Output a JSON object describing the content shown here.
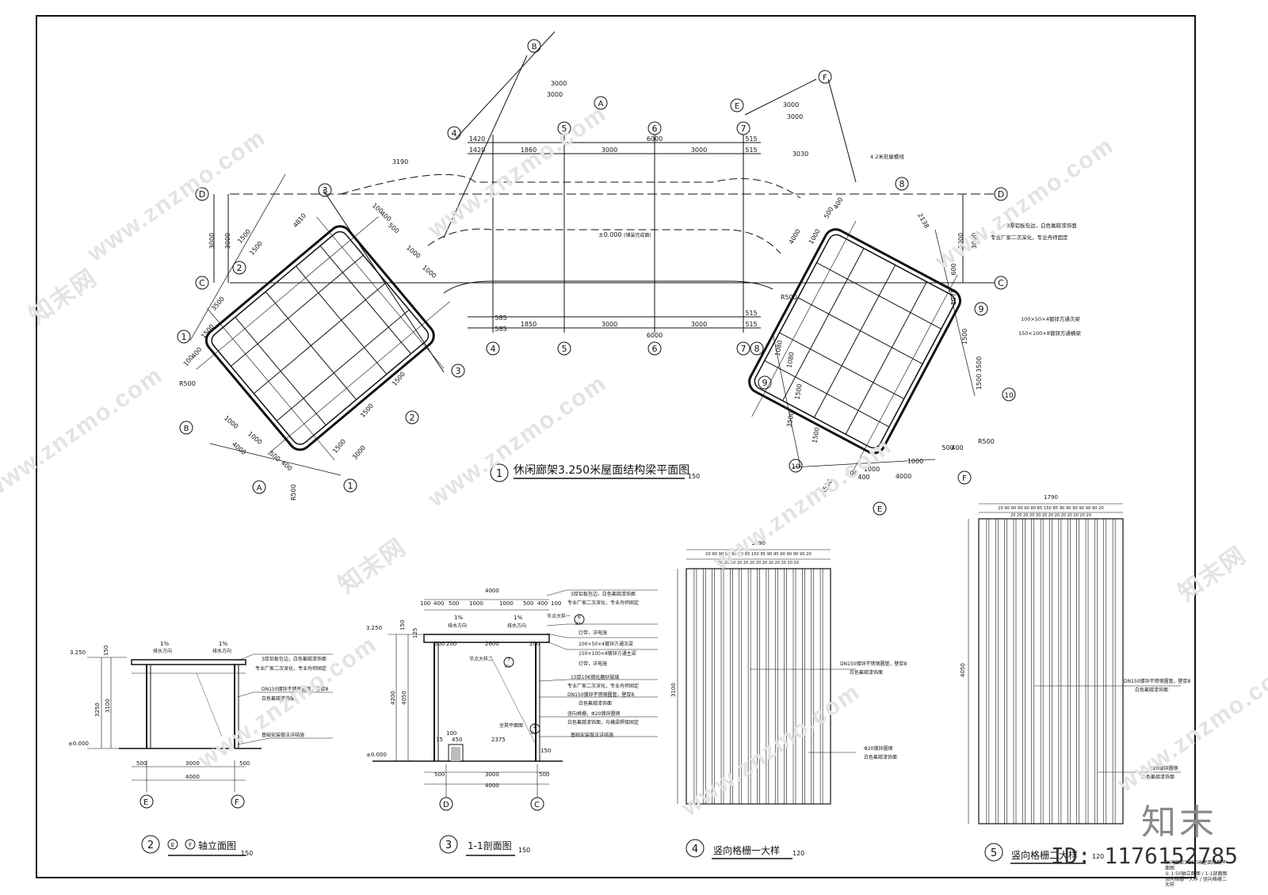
{
  "plan": {
    "title": "休闲廊架3.250米屋面结构梁平面图",
    "num": "1",
    "scale": "150",
    "grid": {
      "A": "A",
      "B": "B",
      "C": "C",
      "D": "D",
      "E": "E",
      "F": "F",
      "g1": "1",
      "g2": "2",
      "g3": "3",
      "g4": "4",
      "g5": "5",
      "g6": "6",
      "g7": "7",
      "g8": "8",
      "g9": "9",
      "g10": "10"
    },
    "dims": {
      "d3000": "3000",
      "d6000": "6000",
      "d1860": "1860",
      "d1850": "1850",
      "d1420": "1420",
      "d515": "515",
      "d585": "585",
      "d1500": "1500",
      "d4000": "4000",
      "d400": "400",
      "d500": "500",
      "d1000": "1000",
      "d100": "100",
      "d3190": "3190",
      "d3030": "3030",
      "d3500": "3500",
      "d1080": "1080",
      "d1075": "1075",
      "d600": "600",
      "d2138": "2138",
      "d4810": "4810"
    },
    "r500": "R500",
    "level": "±0.000",
    "level_note": "(铺装完成面)",
    "notes": {
      "n1": "3厚铝板包边，白色氟碳漆饰面",
      "n2": "专业厂家二次深化，专业舟师固定",
      "n3": "100×50×4镀锌方通次梁",
      "n4": "150×100×8镀锌方通横梁",
      "n5": "4.2米处屋檐线"
    }
  },
  "elev": {
    "title": "轴立面图",
    "axes_label_E": "E",
    "axes_label_F": "F",
    "num": "2",
    "scale": "150",
    "slope": "1%",
    "flow": "排水方向",
    "lv_top": "3.250",
    "lv_zero": "±0.000",
    "dims": {
      "d150": "150",
      "d3250": "3250",
      "d3100": "3100",
      "d500": "500",
      "d3000": "3000",
      "d4000": "4000"
    },
    "notes": {
      "n1": "3厚铝板包边，白色氟碳漆饰面",
      "n2": "专业厂家二次深化，专业舟师固定",
      "n3": "DN150镀锌不锈钢圆管，壁厚8",
      "n4": "白色氟碳漆饰面",
      "n5": "基础安装做法详结施"
    },
    "grid_E": "E",
    "grid_F": "F"
  },
  "sec": {
    "title": "1-1剖面图",
    "num": "3",
    "scale": "150",
    "slope": "1%",
    "flow": "排水方向",
    "lv_top": "3.250",
    "lv_zero": "±0.000",
    "dims": {
      "d4000": "4000",
      "d100": "100",
      "d400": "400",
      "d500": "500",
      "d1000": "1000",
      "d2600": "2600",
      "d200": "200",
      "d150": "150",
      "d125": "125",
      "d4200": "4200",
      "d4050": "4050",
      "d75": "75",
      "d450": "450",
      "d2375": "2375",
      "d3000": "3000"
    },
    "detail1": "节点大样一",
    "detail2": "节点大样二",
    "seat": "坐凳平面图",
    "ref": "LT4",
    "refnum1": "6",
    "refnum2": "7",
    "refnum3": "2",
    "notes": {
      "n1": "3厚铝板包边，白色氟碳漆饰面",
      "n2": "专业厂家二次深化，专业舟师固定",
      "n3": "灯带，详电施",
      "n4": "100×50×4镀锌方通次梁",
      "n5": "150×100×8镀锌方通主梁",
      "n6": "灯带，详电施",
      "n7": "15厚10K钢化磨砂玻璃",
      "n8": "专业厂家二次深化，专业舟师固定",
      "n9": "DN150镀锌不锈钢圆管，壁厚8",
      "n10": "白色氟碳漆饰面",
      "n11": "竖向格栅，Φ20镀锌圆钢",
      "n12": "白色氟碳漆饰面，与横梁焊接固定",
      "n13": "基础安装做法详结施"
    },
    "grid_D": "D",
    "grid_C": "C"
  },
  "g1": {
    "title": "竖向格栅一大样",
    "num": "4",
    "scale": "120",
    "total": "1790",
    "height": "3100",
    "seq": "20 90 90 90 90 90 85 150 85 90 90 90 90 90 90 20",
    "seq2": "20 20 20 20 20 20 20 20 20 20 20 20 20",
    "notes": {
      "n1": "DN150镀锌不锈钢圆管，壁厚8",
      "n2": "白色氟碳漆饰面",
      "n3": "Φ20镀锌圆钢",
      "n4": "白色氟碳漆饰面"
    }
  },
  "g2": {
    "title": "竖向格栅二大样",
    "num": "5",
    "scale": "120",
    "total": "1790",
    "height": "4050",
    "seq": "20 90 90 90 90 90 85 150 85 90 90 90 90 90 90 20",
    "seq2": "20 20 20 20 20 20 20 20 20 20 20 20 20",
    "notes": {
      "n1": "DN150镀锌不锈钢圆管，壁厚8",
      "n2": "白色氟碳漆饰面",
      "n3": "Φ20镀锌圆钢",
      "n4": "白色氟碳漆饰面"
    }
  },
  "watermark": {
    "text": "www.znzmo.com",
    "cn": "知末网"
  },
  "brand": "知末",
  "id_label": "ID: 1176152785",
  "title_block": {
    "l1": "休闲廊架3.250米屋面结构平面图",
    "l2": "① 1:50轴立面图 / 1-1剖面图",
    "l3": "竖向格栅一大样 / 竖向格栅二大样"
  }
}
